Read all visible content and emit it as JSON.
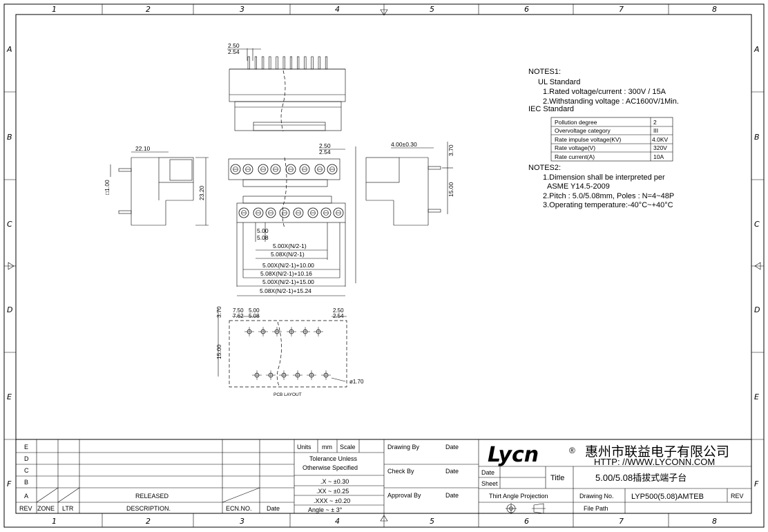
{
  "border": {
    "columns": [
      "1",
      "2",
      "3",
      "4",
      "5",
      "6",
      "7",
      "8"
    ],
    "rows": [
      "A",
      "B",
      "C",
      "D",
      "E",
      "F"
    ]
  },
  "dims": {
    "top_pitch_a": "2.50",
    "top_pitch_b": "2.54",
    "side_width": "22.10",
    "side_height": "23.20",
    "side_pin": "□1.00",
    "front_pitch_a": "2.50",
    "front_pitch_b": "2.54",
    "right_offset": "4.00±0.30",
    "right_v1": "3.70",
    "right_v2": "15.00",
    "pitch_a": "5.00",
    "pitch_b": "5.08",
    "chain1_a": "5.00X(N/2-1)",
    "chain1_b": "5.08X(N/2-1)",
    "chain2_a": "5.00X(N/2-1)+10.00",
    "chain2_b": "5.08X(N/2-1)+10.16",
    "chain3_a": "5.00X(N/2-1)+15.00",
    "chain3_b": "5.08X(N/2-1)+15.24",
    "pcb_v1": "3.70",
    "pcb_d1a": "7.50",
    "pcb_d1b": "7.62",
    "pcb_d2a": "5.00",
    "pcb_d2b": "5.08",
    "pcb_d3a": "2.50",
    "pcb_d3b": "2.54",
    "pcb_v2": "15.00",
    "pcb_hole": "ø1.70",
    "pcb_label": "PCB LAYOUT"
  },
  "notes1": {
    "title": "NOTES1:",
    "ul": "UL Standard",
    "l1": "1.Rated voltage/current : 300V / 15A",
    "l2": "2.Withstanding voltage : AC1600V/1Min.",
    "iec": "IEC Standard",
    "table": [
      [
        "Pollution degree",
        "2"
      ],
      [
        "Overvoltage category",
        "III"
      ],
      [
        "Rate impulse voltage(KV)",
        "4.0KV"
      ],
      [
        "Rate voltage(V)",
        "320V"
      ],
      [
        "Rate current(A)",
        "10A"
      ]
    ]
  },
  "notes2": {
    "title": "NOTES2:",
    "l1": "1.Dimension shall be interpreted per",
    "l1b": "ASME Y14.5-2009",
    "l2": "2.Pitch : 5.0/5.08mm, Poles : N=4~48P",
    "l3": "3.Operating temperature:-40°C~+40°C"
  },
  "title_block": {
    "rev_rows": [
      "E",
      "D",
      "C",
      "B",
      "A"
    ],
    "released": "RELEASED",
    "headers": {
      "rev": "REV",
      "zone": "ZONE",
      "ltr": "LTR",
      "desc": "DESCRIPTION.",
      "ecn": "ECN.NO.",
      "date": "Date"
    },
    "units": "Units",
    "mm": "mm",
    "scale": "Scale",
    "tol1": "Tolerance Unless",
    "tol2": "Otherwise Specified",
    "tol_x": ".X  ~  ±0.30",
    "tol_xx": ".XX  ~  ±0.25",
    "tol_xxx": ".XXX  ~  ±0.20",
    "tol_angle": "Angle  ~  ± 3°",
    "drawing_by": "Drawing By",
    "check_by": "Check By",
    "approval_by": "Approval By",
    "date": "Date",
    "logo": "Lycn",
    "reg": "®",
    "company": "惠州市联益电子有限公司",
    "url": "HTTP: //WWW.LYCONN.COM",
    "date_label": "Date",
    "sheet_label": "Sheet",
    "title_label": "Title",
    "title_value": "5.00/5.08插拔式端子台",
    "projection": "Thirt Angle Projection",
    "drawing_no_label": "Drawing No.",
    "drawing_no": "LYP500(5.08)AMTEB",
    "rev": "REV",
    "file_path": "File Path"
  }
}
